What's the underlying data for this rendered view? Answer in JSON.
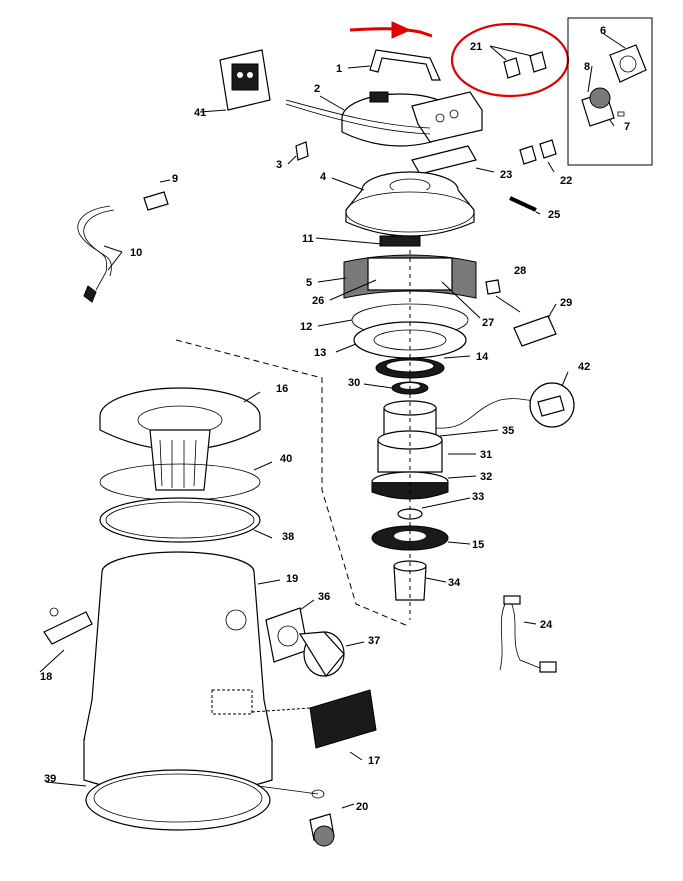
{
  "colors": {
    "highlight": "#e00000",
    "ink": "#000000",
    "paper": "#ffffff"
  },
  "callouts": [
    {
      "id": "c1",
      "text": "1"
    },
    {
      "id": "c2",
      "text": "2"
    },
    {
      "id": "c3",
      "text": "3"
    },
    {
      "id": "c4",
      "text": "4"
    },
    {
      "id": "c5",
      "text": "5"
    },
    {
      "id": "c6",
      "text": "6"
    },
    {
      "id": "c7",
      "text": "7"
    },
    {
      "id": "c8",
      "text": "8"
    },
    {
      "id": "c9",
      "text": "9"
    },
    {
      "id": "c10",
      "text": "10"
    },
    {
      "id": "c11",
      "text": "11"
    },
    {
      "id": "c12",
      "text": "12"
    },
    {
      "id": "c13",
      "text": "13"
    },
    {
      "id": "c14",
      "text": "14"
    },
    {
      "id": "c15",
      "text": "15"
    },
    {
      "id": "c16",
      "text": "16"
    },
    {
      "id": "c17",
      "text": "17"
    },
    {
      "id": "c18",
      "text": "18"
    },
    {
      "id": "c19",
      "text": "19"
    },
    {
      "id": "c20",
      "text": "20"
    },
    {
      "id": "c21",
      "text": "21"
    },
    {
      "id": "c22",
      "text": "22"
    },
    {
      "id": "c23",
      "text": "23"
    },
    {
      "id": "c24",
      "text": "24"
    },
    {
      "id": "c25",
      "text": "25"
    },
    {
      "id": "c26",
      "text": "26"
    },
    {
      "id": "c27",
      "text": "27"
    },
    {
      "id": "c28",
      "text": "28"
    },
    {
      "id": "c29",
      "text": "29"
    },
    {
      "id": "c30",
      "text": "30"
    },
    {
      "id": "c31",
      "text": "31"
    },
    {
      "id": "c32",
      "text": "32"
    },
    {
      "id": "c33",
      "text": "33"
    },
    {
      "id": "c34",
      "text": "34"
    },
    {
      "id": "c35",
      "text": "35"
    },
    {
      "id": "c36",
      "text": "36"
    },
    {
      "id": "c37",
      "text": "37"
    },
    {
      "id": "c38",
      "text": "38"
    },
    {
      "id": "c39",
      "text": "39"
    },
    {
      "id": "c40",
      "text": "40"
    },
    {
      "id": "c41",
      "text": "41"
    },
    {
      "id": "c42",
      "text": "42"
    }
  ]
}
